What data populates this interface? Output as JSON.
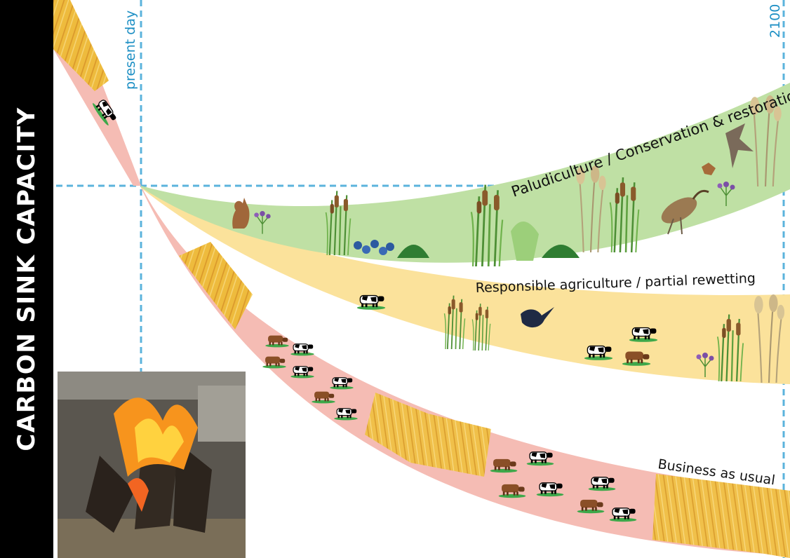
{
  "y_axis_label": "CARBON SINK CAPACITY",
  "timeline": {
    "start_label": "present day",
    "end_label": "2100"
  },
  "pathways": [
    {
      "label": "Paludiculture / Conservation & restoration",
      "band_color": "#bfe0a4"
    },
    {
      "label": "Responsible agriculture / partial rewetting",
      "band_color": "#fbe29b"
    },
    {
      "label": "Business as usual",
      "band_color": "#f5bcb4"
    }
  ],
  "colors": {
    "guide": "#5bb3dc",
    "axis_bar": "#000000",
    "straw": "#eebb3d"
  },
  "photo": {
    "subject": "burning peat bricks"
  }
}
